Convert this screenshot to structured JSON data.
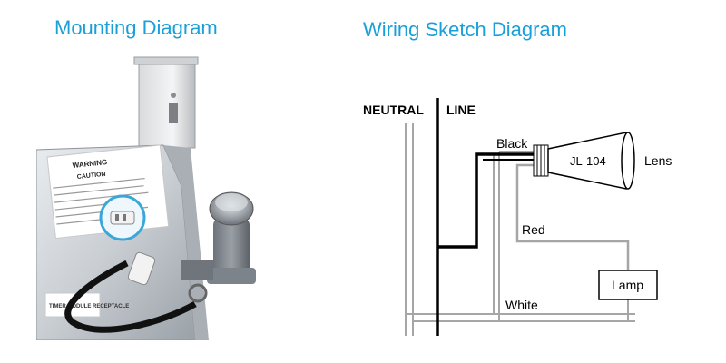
{
  "mounting": {
    "title": "Mounting Diagram",
    "warning_label": "WARNING",
    "caution_label": "CAUTION",
    "timer_label": "TIMER MODULE RECEPTACLE"
  },
  "wiring": {
    "title": "Wiring Sketch Diagram",
    "neutral_label": "NEUTRAL",
    "line_label": "LINE",
    "black_label": "Black",
    "red_label": "Red",
    "white_label": "White",
    "sensor_label": "JL-104",
    "lens_label": "Lens",
    "lamp_label": "Lamp"
  },
  "colors": {
    "title": "#1aa0d8",
    "black_wire": "#000000",
    "grey_wire": "#a6a6a6"
  }
}
